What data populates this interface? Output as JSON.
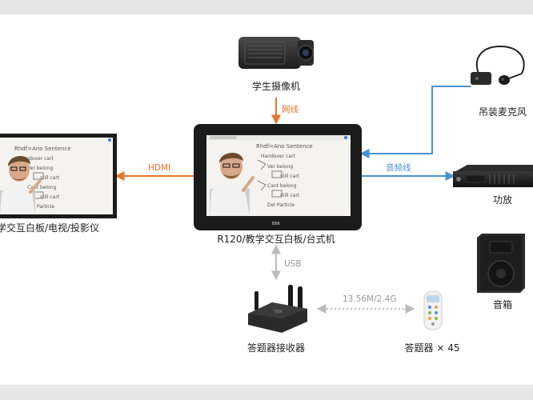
{
  "labels": {
    "camera": "学生摄像机",
    "mic": "吊装麦克风",
    "tv": "学交互白板/电视/投影仪",
    "main_device": "R120/教学交互白板/台式机",
    "amplifier": "功放",
    "speaker": "音箱",
    "receiver": "答题器接收器",
    "clicker": "答题器 × 45"
  },
  "connections": {
    "network": "网线",
    "hdmi": "HDMI",
    "audio": "音频线",
    "usb": "USB",
    "wireless": "13.56M/2.4G"
  },
  "board_text": {
    "brand": "BBK",
    "lines": [
      "Rhdf=Ano  Sentence",
      "Handover cart",
      "Ver belong",
      "still cart",
      "Cant belong",
      "still cart",
      "Del Particle"
    ]
  },
  "colors": {
    "orange": "#e8742c",
    "blue": "#4a90d9",
    "gray": "#bbbbbb",
    "background": "#e6e6e6",
    "panel": "#ffffff"
  }
}
